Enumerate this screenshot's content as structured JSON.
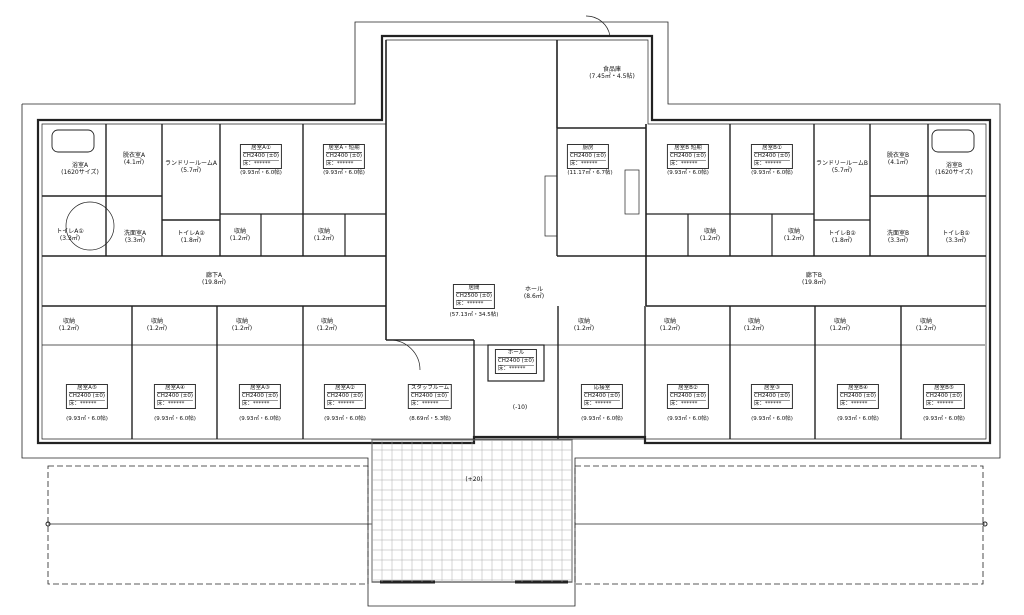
{
  "plan": {
    "rooms": {
      "storage_food": {
        "name": "食品庫",
        "area": "(7.45㎡・4.5帖)"
      },
      "bath_a": {
        "name": "浴室A",
        "area": "(1620サイズ)"
      },
      "dressing_a": {
        "name": "脱衣室A",
        "area": "(4.1㎡)"
      },
      "laundry_a": {
        "name": "ランドリールームA",
        "area": "(5.7㎡)"
      },
      "toilet_a1": {
        "name": "トイレA①",
        "area": "(3.3㎡)"
      },
      "washroom_a": {
        "name": "洗面室A",
        "area": "(3.3㎡)"
      },
      "toilet_a2": {
        "name": "トイレA②",
        "area": "(1.8㎡)"
      },
      "kitchen": {
        "name": "厨房",
        "ch": "CH2400",
        "ch_val": "(±0)",
        "floor": "床：******",
        "area": "(11.17㎡・6.7帖)"
      },
      "bath_b": {
        "name": "浴室B",
        "area": "(1620サイズ)"
      },
      "dressing_b": {
        "name": "脱衣室B",
        "area": "(4.1㎡)"
      },
      "laundry_b": {
        "name": "ランドリールームB",
        "area": "(5.7㎡)"
      },
      "toilet_b1": {
        "name": "トイレB①",
        "area": "(3.3㎡)"
      },
      "washroom_b": {
        "name": "洗面室B",
        "area": "(3.3㎡)"
      },
      "toilet_b2": {
        "name": "トイレB②",
        "area": "(1.8㎡)"
      },
      "corridor_a": {
        "name": "廊下A",
        "area": "(19.8㎡)"
      },
      "corridor_b": {
        "name": "廊下B",
        "area": "(19.8㎡)"
      },
      "hall": {
        "name": "ホール",
        "area": "(8.6㎡)"
      },
      "living": {
        "name": "居間",
        "ch": "CH2500",
        "ch_val": "(±0)",
        "floor": "床：******",
        "area": "(57.13㎡・34.5帖)"
      },
      "entrance_hall": {
        "name": "ホール",
        "ch": "CH2400",
        "ch_val": "(±0)",
        "floor": "床：******"
      },
      "entrance_step": "(-10)",
      "porch_step": "(+20)"
    },
    "top_rooms_a": [
      {
        "name": "居室A①",
        "ch": "CH2400",
        "ch_val": "(±0)",
        "floor": "床：******",
        "area": "(9.93㎡・6.0帖)",
        "closet": "収納",
        "closet_area": "(1.2㎡)"
      },
      {
        "name": "居室A・短期",
        "ch": "CH2400",
        "ch_val": "(±0)",
        "floor": "床：******",
        "area": "(9.93㎡・6.0帖)",
        "closet": "収納",
        "closet_area": "(1.2㎡)"
      }
    ],
    "top_rooms_b": [
      {
        "name": "居室B 短期",
        "ch": "CH2400",
        "ch_val": "(±0)",
        "floor": "床：******",
        "area": "(9.93㎡・6.0帖)",
        "closet": "収納",
        "closet_area": "(1.2㎡)"
      },
      {
        "name": "居室B①",
        "ch": "CH2400",
        "ch_val": "(±0)",
        "floor": "床：******",
        "area": "(9.93㎡・6.0帖)",
        "closet": "収納",
        "closet_area": "(1.2㎡)"
      }
    ],
    "bottom_rooms": [
      {
        "name": "居室A⑤",
        "ch": "CH2400",
        "ch_val": "(±0)",
        "floor": "床：******",
        "area": "(9.93㎡・6.0帖)",
        "closet": "収納",
        "closet_area": "(1.2㎡)"
      },
      {
        "name": "居室A④",
        "ch": "CH2400",
        "ch_val": "(±0)",
        "floor": "床：******",
        "area": "(9.93㎡・6.0帖)",
        "closet": "収納",
        "closet_area": "(1.2㎡)"
      },
      {
        "name": "居室A③",
        "ch": "CH2400",
        "ch_val": "(±0)",
        "floor": "床：******",
        "area": "(9.93㎡・6.0帖)",
        "closet": "収納",
        "closet_area": "(1.2㎡)"
      },
      {
        "name": "居室A②",
        "ch": "CH2400",
        "ch_val": "(±0)",
        "floor": "床：******",
        "area": "(9.93㎡・6.0帖)",
        "closet": "収納",
        "closet_area": "(1.2㎡)"
      },
      {
        "name": "スタッフルーム",
        "ch": "CH2400",
        "ch_val": "(±0)",
        "floor": "床：******",
        "area": "(8.69㎡・5.3帖)",
        "closet": "",
        "closet_area": ""
      },
      {
        "name": "応接室",
        "ch": "CH2400",
        "ch_val": "(±0)",
        "floor": "床：******",
        "area": "(9.93㎡・6.0帖)",
        "closet": "収納",
        "closet_area": "(1.2㎡)"
      },
      {
        "name": "居室B②",
        "ch": "CH2400",
        "ch_val": "(±0)",
        "floor": "床：******",
        "area": "(9.93㎡・6.0帖)",
        "closet": "収納",
        "closet_area": "(1.2㎡)"
      },
      {
        "name": "居室③",
        "ch": "CH2400",
        "ch_val": "(±0)",
        "floor": "床：******",
        "area": "(9.93㎡・6.0帖)",
        "closet": "収納",
        "closet_area": "(1.2㎡)"
      },
      {
        "name": "居室B④",
        "ch": "CH2400",
        "ch_val": "(±0)",
        "floor": "床：******",
        "area": "(9.93㎡・6.0帖)",
        "closet": "収納",
        "closet_area": "(1.2㎡)"
      },
      {
        "name": "居室B⑤",
        "ch": "CH2400",
        "ch_val": "(±0)",
        "floor": "床：******",
        "area": "(9.93㎡・6.0帖)",
        "closet": "収納",
        "closet_area": "(1.2㎡)"
      }
    ]
  }
}
